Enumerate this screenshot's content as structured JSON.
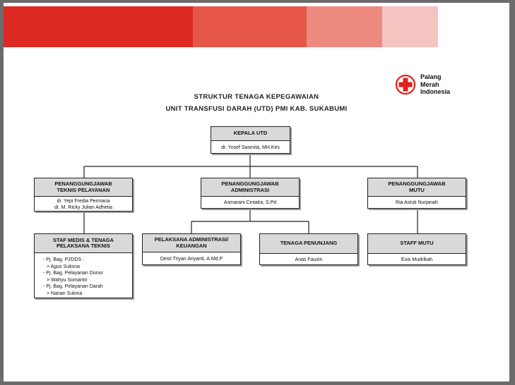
{
  "colors": {
    "band": [
      "#dc2a22",
      "#e6574a",
      "#ec8a80",
      "#f5c4c0"
    ],
    "logo_cross": "#e0201b"
  },
  "logo": {
    "lines": [
      "Palang",
      "Merah",
      "Indonesia"
    ]
  },
  "title": {
    "line1": "STRUKTUR TENAGA KEPEGAWAIAN",
    "line2": "UNIT TRANSFUSI DARAH (UTD) PMI KAB. SUKABUMI"
  },
  "nodes": {
    "kepala": {
      "header": "KEPALA UTD",
      "body": [
        "dr. Yosef Sasmita, MH.Kes"
      ]
    },
    "teknis": {
      "header": [
        "PENANGGUNGJAWAB",
        "TEKNIS PELAYANAN"
      ],
      "body": [
        "dr. Yepi Fredia Permana",
        "dr. M. Ricky Julian Adhetia"
      ]
    },
    "administrasi": {
      "header": [
        "PENANGGUNGJAWAB",
        "ADMINISTRASI"
      ],
      "body": [
        "Asmarani Cintaka, S.Pd"
      ]
    },
    "mutu": {
      "header": [
        "PENANGGUNGJAWAB",
        "MUTU"
      ],
      "body": [
        "Ria Astuti Nurjanah"
      ]
    },
    "staf_medis": {
      "header": [
        "STAF MEDIS & TENAGA",
        "PELAKSANA TEKNIS"
      ],
      "body": [
        "- Pj. Bag. P2DDS :",
        "> Agus Sutisna",
        "- Pj. Bag. Pelayanan Donor",
        "> Wahyu Somantri",
        "- Pj. Bag. Pelayanan Darah",
        "> Nanan Sukma"
      ]
    },
    "pelaksana_admin": {
      "header": [
        "PELAKSANA ADMINISTRASI/",
        "KEUANGAN"
      ],
      "body": [
        "Desti Triyan Ariyanti, A.Md.P"
      ]
    },
    "penunjang": {
      "header": [
        "TENAGA PENUNJANG"
      ],
      "body": [
        "Anas Fauzin"
      ]
    },
    "staff_mutu": {
      "header": [
        "STAFF MUTU"
      ],
      "body": [
        "Euis Mudrikah"
      ]
    }
  }
}
